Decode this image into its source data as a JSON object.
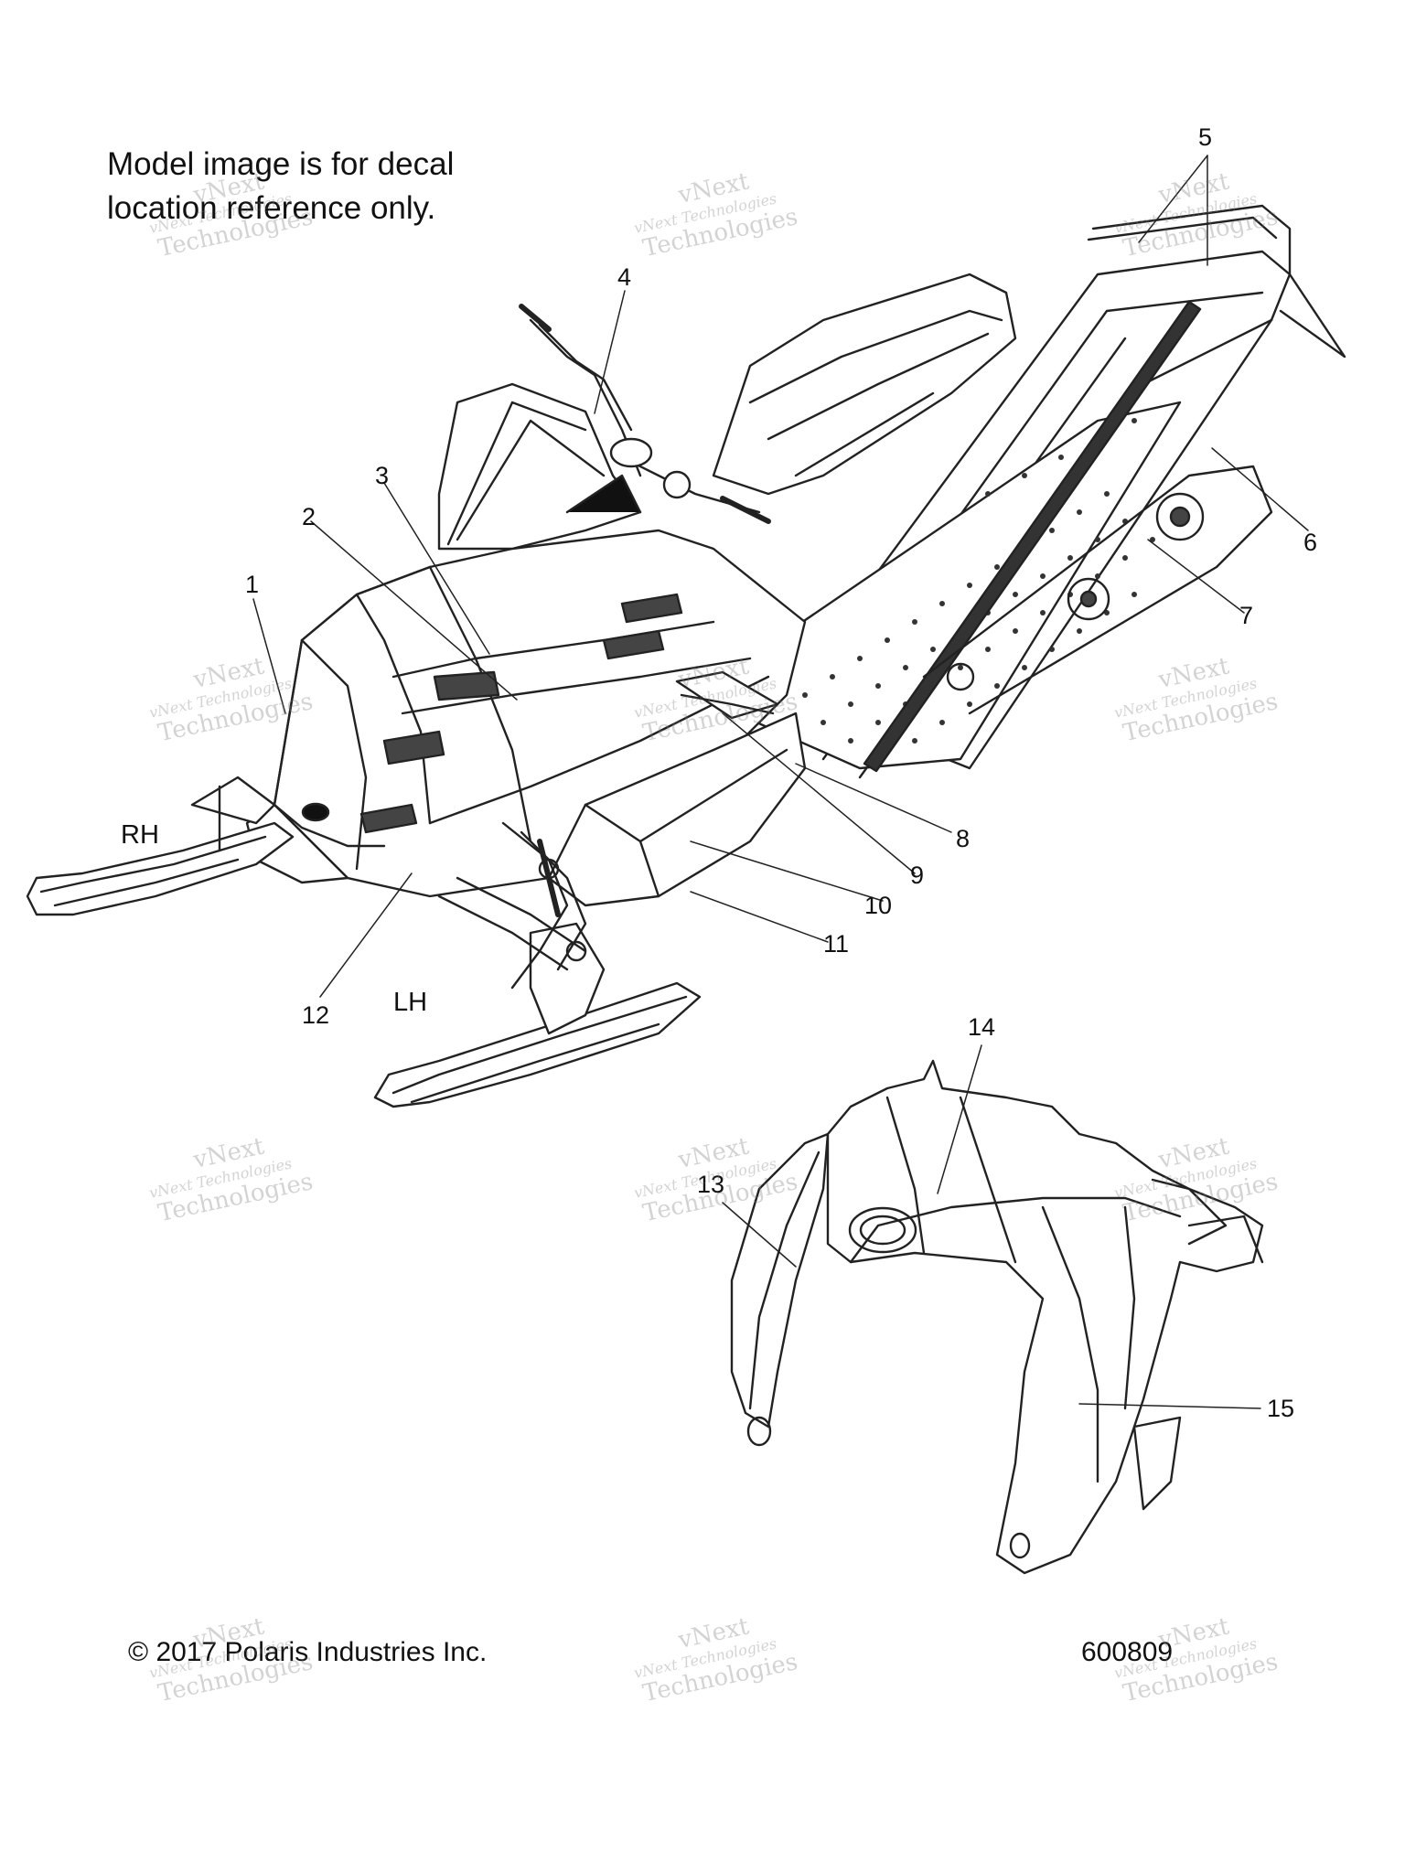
{
  "note": {
    "line1": "Model image is for decal",
    "line2": "location reference only."
  },
  "callouts": [
    "1",
    "2",
    "3",
    "4",
    "5",
    "6",
    "7",
    "8",
    "9",
    "10",
    "11",
    "12",
    "13",
    "14",
    "15"
  ],
  "sides": {
    "right": "RH",
    "left": "LH"
  },
  "footer": {
    "copyright": "© 2017 Polaris Industries Inc.",
    "diagram_number": "600809"
  },
  "watermark": {
    "line1": "vNext",
    "line2": "vNext Technologies",
    "line3": "Technologies"
  }
}
